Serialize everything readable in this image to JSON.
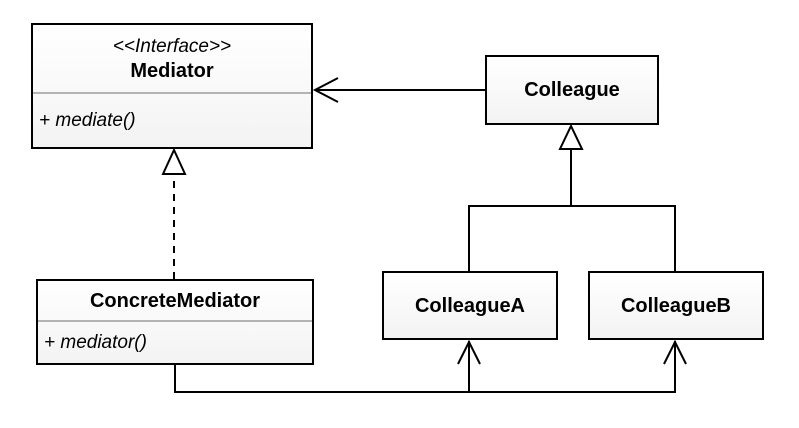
{
  "canvas": {
    "background": "#ffffff",
    "line_color": "#000000",
    "divider_color": "#b3b3b3",
    "box_fill_top": "#ffffff",
    "box_fill_bottom": "#f3f3f3"
  },
  "classes": {
    "mediator": {
      "stereotype": "<<Interface>>",
      "name": "Mediator",
      "members": [
        "+ mediate()"
      ]
    },
    "concrete_mediator": {
      "name": "ConcreteMediator",
      "members": [
        "+ mediator()"
      ]
    },
    "colleague": {
      "name": "Colleague"
    },
    "colleague_a": {
      "name": "ColleagueA"
    },
    "colleague_b": {
      "name": "ColleagueB"
    }
  },
  "relationships": [
    {
      "type": "association",
      "from": "Colleague",
      "to": "Mediator",
      "line": "solid",
      "arrowhead": "open"
    },
    {
      "type": "realization",
      "from": "ConcreteMediator",
      "to": "Mediator",
      "line": "dashed",
      "arrowhead": "hollow-triangle"
    },
    {
      "type": "generalization",
      "from": "ColleagueA",
      "to": "Colleague",
      "line": "solid",
      "arrowhead": "hollow-triangle"
    },
    {
      "type": "generalization",
      "from": "ColleagueB",
      "to": "Colleague",
      "line": "solid",
      "arrowhead": "hollow-triangle"
    },
    {
      "type": "association",
      "from": "ConcreteMediator",
      "to": "ColleagueA",
      "line": "solid",
      "arrowhead": "open"
    },
    {
      "type": "association",
      "from": "ConcreteMediator",
      "to": "ColleagueB",
      "line": "solid",
      "arrowhead": "open"
    }
  ]
}
